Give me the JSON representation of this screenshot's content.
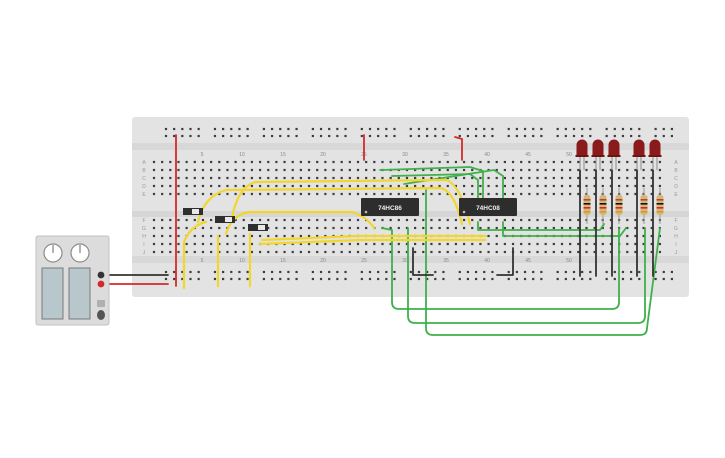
{
  "chips": [
    {
      "label": "74HC86"
    },
    {
      "label": "74HC08"
    }
  ],
  "column_numbers": [
    "5",
    "10",
    "15",
    "20",
    "25",
    "30",
    "35",
    "40",
    "45",
    "50"
  ],
  "row_letters_top": [
    "A",
    "B",
    "C",
    "D",
    "E"
  ],
  "row_letters_bottom": [
    "F",
    "G",
    "H",
    "I",
    "J"
  ],
  "colors": {
    "board": "#e3e3e3",
    "wire_red": "#d42a2a",
    "wire_black": "#333333",
    "wire_yellow": "#f2d62c",
    "wire_green": "#3fb04a",
    "led": "#8b1a1a",
    "chip": "#2d2d2d"
  },
  "components": {
    "leds": [
      "led",
      "led",
      "led",
      "led",
      "led"
    ],
    "resistors": [
      "resistor",
      "resistor",
      "resistor",
      "resistor",
      "resistor"
    ],
    "switches": [
      "slide-switch",
      "slide-switch",
      "slide-switch"
    ],
    "power_supply": "dc-power-supply-icon"
  }
}
